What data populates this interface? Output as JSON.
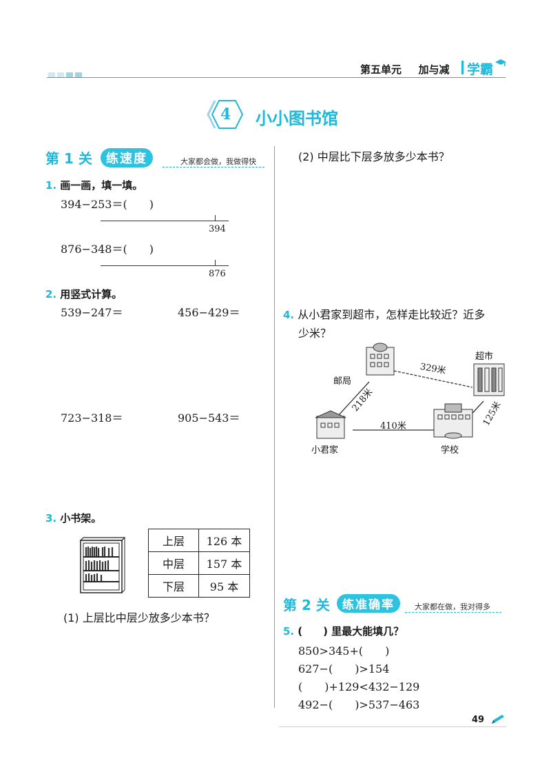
{
  "header": {
    "unit": "第五单元",
    "topic": "加与减",
    "brand": "学霸"
  },
  "lesson": {
    "number": "4",
    "title": "小小图书馆"
  },
  "section1": {
    "prefix": "第",
    "number": "1",
    "suffix": "关",
    "tag": "练速度",
    "motto": "大家都会做，我做得快"
  },
  "q1": {
    "num": "1.",
    "title": "画一画，填一填。",
    "items": [
      {
        "expr": "394−253＝(　　)",
        "tick": "394"
      },
      {
        "expr": "876−348＝(　　)",
        "tick": "876"
      }
    ]
  },
  "q2": {
    "num": "2.",
    "title": "用竖式计算。",
    "items": [
      "539−247＝",
      "456−429＝",
      "723−318＝",
      "905−543＝"
    ]
  },
  "q3": {
    "num": "3.",
    "title": "小书架。",
    "table": [
      {
        "layer": "上层",
        "count": "126 本"
      },
      {
        "layer": "中层",
        "count": "157 本"
      },
      {
        "layer": "下层",
        "count": "95 本"
      }
    ],
    "sub1": "(1) 上层比中层少放多少本书？",
    "sub2": "(2) 中层比下层多放多少本书？"
  },
  "q4": {
    "num": "4.",
    "line1": "从小君家到超市，怎样走比较近？近多",
    "line2": "少米？",
    "places": {
      "post": "邮局",
      "market": "超市",
      "home": "小君家",
      "school": "学校"
    },
    "distances": {
      "post_market": "329米",
      "home_post": "218米",
      "home_school": "410米",
      "school_market": "125米"
    }
  },
  "section2": {
    "prefix": "第",
    "number": "2",
    "suffix": "关",
    "tag": "练准确率",
    "motto": "大家都在做，我对得多"
  },
  "q5": {
    "num": "5.",
    "title": "(　　) 里最大能填几？",
    "items": [
      "850>345+(　　)",
      "627−(　　)>154",
      "(　　)+129<432−129",
      "492−(　　)>537−463"
    ]
  },
  "page_number": "49",
  "colors": {
    "accent": "#1fb8d8"
  }
}
